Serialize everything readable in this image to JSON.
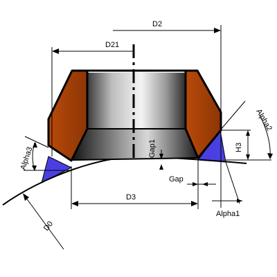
{
  "labels": {
    "d2": "D2",
    "d21": "D21",
    "d3": "D3",
    "d0": "D0",
    "gap": "Gap",
    "gap1": "Gap1",
    "h3": "H3",
    "alpha1": "Alpha1",
    "alpha2": "Alpha2",
    "alpha3": "Alpha3"
  },
  "colors": {
    "copper": "#B84A0A",
    "weld": "#4A3FE0",
    "outline": "#000000"
  }
}
